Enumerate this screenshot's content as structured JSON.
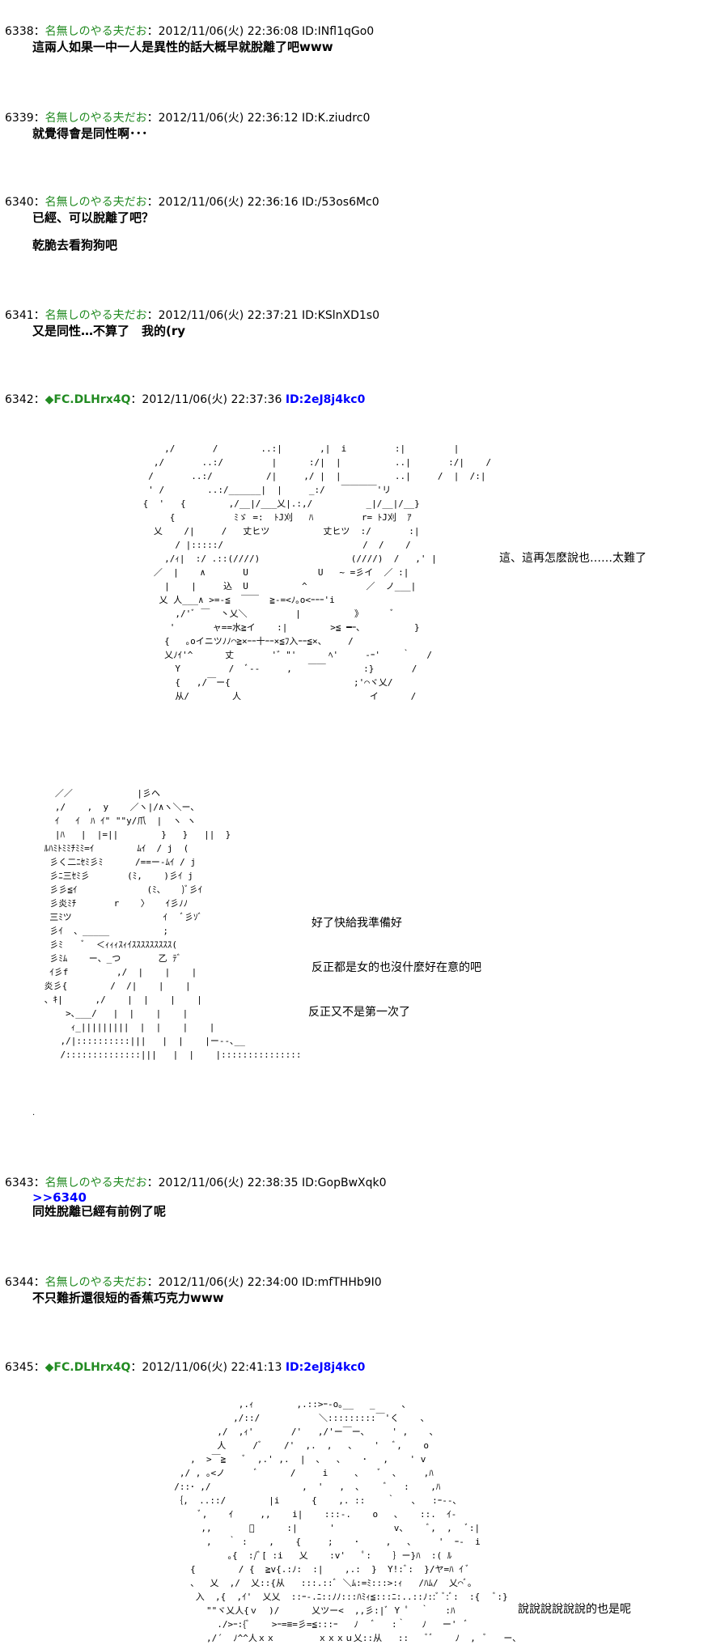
{
  "posts": [
    {
      "num": "6338",
      "sep": "：",
      "name": "名無しのやる夫だお",
      "sep2": "：",
      "date": "2012/11/06(火) 22:36:08",
      "id": "ID:INfl1qGo0",
      "lines": [
        "這兩人如果一中一人是異性的話大概早就脫離了吧www"
      ]
    },
    {
      "num": "6339",
      "sep": "：",
      "name": "名無しのやる夫だお",
      "sep2": "：",
      "date": "2012/11/06(火) 22:36:12",
      "id": "ID:K.ziudrc0",
      "lines": [
        "就覺得會是同性啊･･･"
      ]
    },
    {
      "num": "6340",
      "sep": "：",
      "name": "名無しのやる夫だお",
      "sep2": "：",
      "date": "2012/11/06(火) 22:36:16",
      "id": "ID:/53os6Mc0",
      "lines": [
        "已經、可以脫離了吧？",
        "乾脆去看狗狗吧"
      ]
    },
    {
      "num": "6341",
      "sep": "：",
      "name": "名無しのやる夫だお",
      "sep2": "：",
      "date": "2012/11/06(火) 22:37:21",
      "id": "ID:KSlnXD1s0",
      "lines": [
        "又是同性…不算了　我的(ry"
      ]
    },
    {
      "num": "6342",
      "sep": "：",
      "trip": "◆FC.DLHrx4Q",
      "sep2": "：",
      "date": "2012/11/06(火) 22:37:36",
      "id": "ID:2eJ8j4kc0",
      "side_text": "這、這再怎麽說也……太難了",
      "side_lines": [
        "好了快給我準備好",
        "反正都是女的也沒什麼好在意的吧",
        "反正又不是第一次了"
      ],
      "dot": "."
    },
    {
      "num": "6343",
      "sep": "：",
      "name": "名無しのやる夫だお",
      "sep2": "：",
      "date": "2012/11/06(火) 22:38:35",
      "id": "ID:GopBwXqk0",
      "anchor": ">>6340",
      "lines": [
        "同姓脫離已經有前例了呢"
      ]
    },
    {
      "num": "6344",
      "sep": "：",
      "name": "名無しのやる夫だお",
      "sep2": "：",
      "date": "2012/11/06(火) 22:34:00",
      "id": "ID:mfTHHb9I0",
      "lines": [
        "不只難折還很短的香蕉巧克力www"
      ]
    },
    {
      "num": "6345",
      "sep": "：",
      "trip": "◆FC.DLHrx4Q",
      "sep2": "：",
      "date": "2012/11/06(火) 22:41:13",
      "id": "ID:2eJ8j4kc0",
      "side_text": "說說說說說說的也是呢"
    }
  ]
}
